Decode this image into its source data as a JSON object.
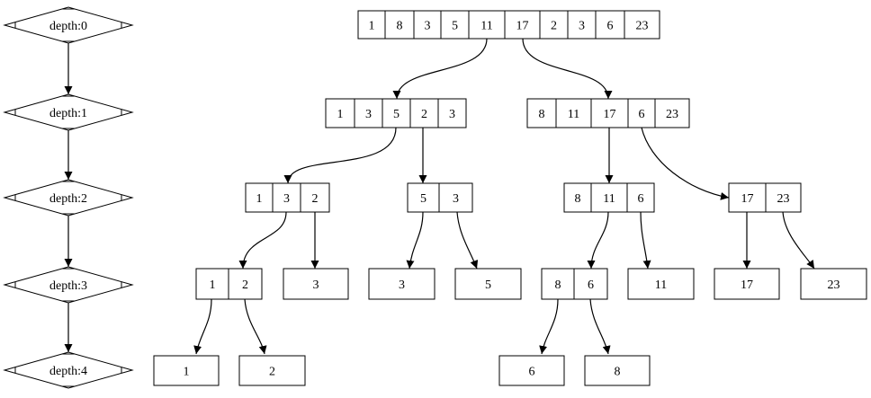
{
  "depth_labels": [
    "depth:0",
    "depth:1",
    "depth:2",
    "depth:3",
    "depth:4"
  ],
  "nodes": {
    "n0": {
      "cells": [
        "1",
        "8",
        "3",
        "5",
        "11",
        "17",
        "2",
        "3",
        "6",
        "23"
      ]
    },
    "n1a": {
      "cells": [
        "1",
        "3",
        "5",
        "2",
        "3"
      ]
    },
    "n1b": {
      "cells": [
        "8",
        "11",
        "17",
        "6",
        "23"
      ]
    },
    "n2a": {
      "cells": [
        "1",
        "3",
        "2"
      ]
    },
    "n2b": {
      "cells": [
        "5",
        "3"
      ]
    },
    "n2c": {
      "cells": [
        "8",
        "11",
        "6"
      ]
    },
    "n2d": {
      "cells": [
        "17",
        "23"
      ]
    },
    "n3a": {
      "cells": [
        "1",
        "2"
      ]
    },
    "n3b": {
      "cells": [
        "3"
      ]
    },
    "n3c": {
      "cells": [
        "3"
      ]
    },
    "n3d": {
      "cells": [
        "5"
      ]
    },
    "n3e": {
      "cells": [
        "8",
        "6"
      ]
    },
    "n3f": {
      "cells": [
        "11"
      ]
    },
    "n3g": {
      "cells": [
        "17"
      ]
    },
    "n3h": {
      "cells": [
        "23"
      ]
    },
    "n4a": {
      "cells": [
        "1"
      ]
    },
    "n4b": {
      "cells": [
        "2"
      ]
    },
    "n4c": {
      "cells": [
        "6"
      ]
    },
    "n4d": {
      "cells": [
        "8"
      ]
    }
  }
}
